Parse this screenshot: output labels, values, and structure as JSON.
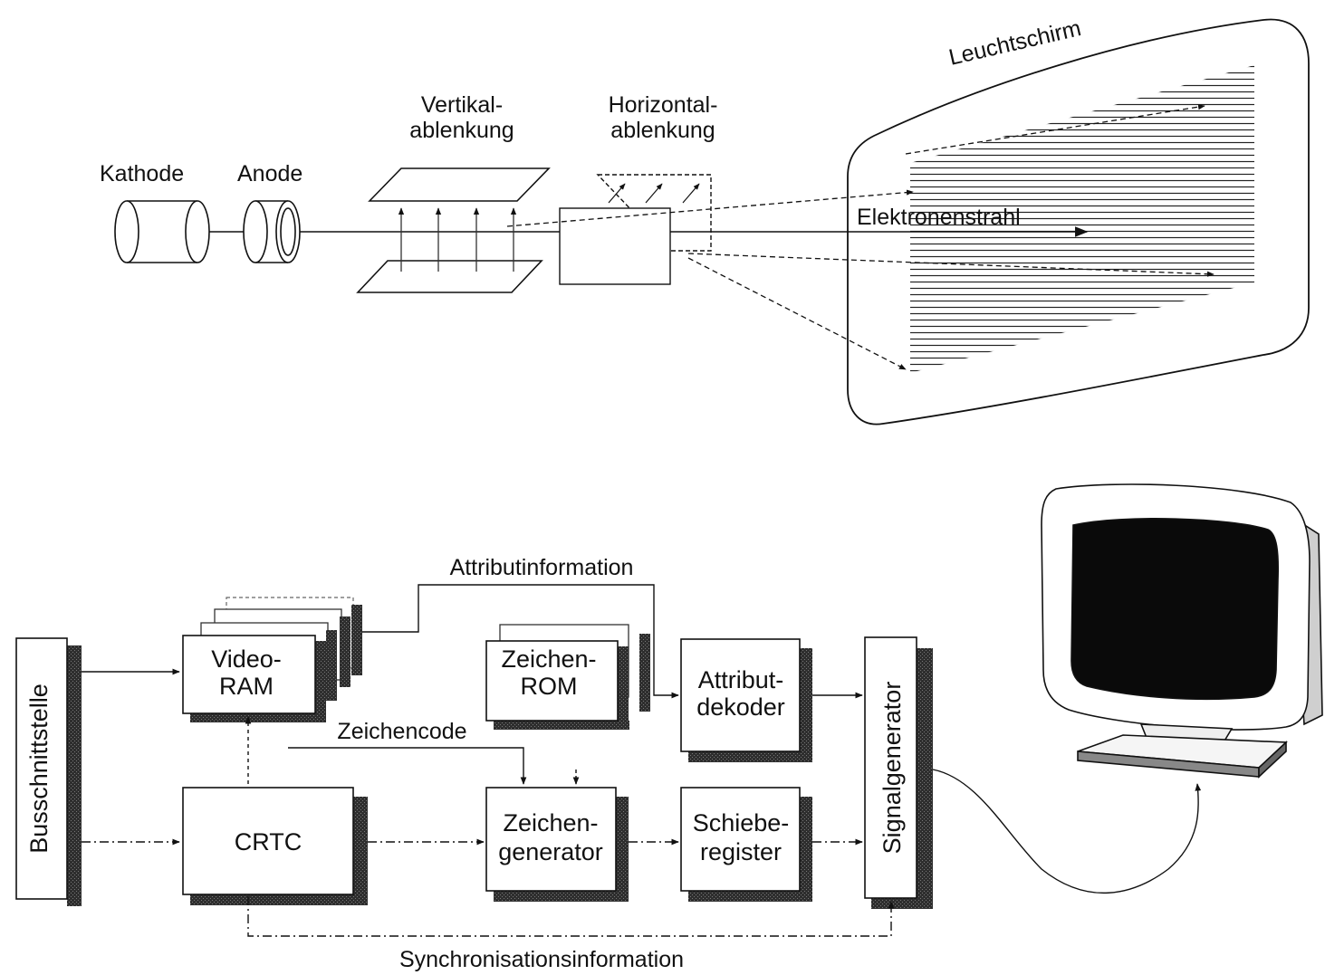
{
  "crt_diagram": {
    "cathode_label": "Kathode",
    "anode_label": "Anode",
    "vertical_line1": "Vertikal-",
    "vertical_line2": "ablenkung",
    "horizontal_line1": "Horizontal-",
    "horizontal_line2": "ablenkung",
    "screen_label": "Leuchtschirm",
    "beam_label": "Elektronenstrahl"
  },
  "block_diagram": {
    "bus_interface": "Busschnittstelle",
    "video_ram_line1": "Video-",
    "video_ram_line2": "RAM",
    "char_rom_line1": "Zeichen-",
    "char_rom_line2": "ROM",
    "attr_decoder_line1": "Attribut-",
    "attr_decoder_line2": "dekoder",
    "crtc": "CRTC",
    "char_gen_line1": "Zeichen-",
    "char_gen_line2": "generator",
    "shift_reg_line1": "Schiebe-",
    "shift_reg_line2": "register",
    "signal_generator": "Signalgenerator",
    "attribute_info": "Attributinformation",
    "char_code": "Zeichencode",
    "sync_info": "Synchronisationsinformation"
  },
  "icons": [
    "monitor-icon"
  ],
  "colors": {
    "ink": "#111111",
    "paper": "#ffffff",
    "shadow": "#3a3a3a",
    "screen": "#0a0a0a"
  }
}
